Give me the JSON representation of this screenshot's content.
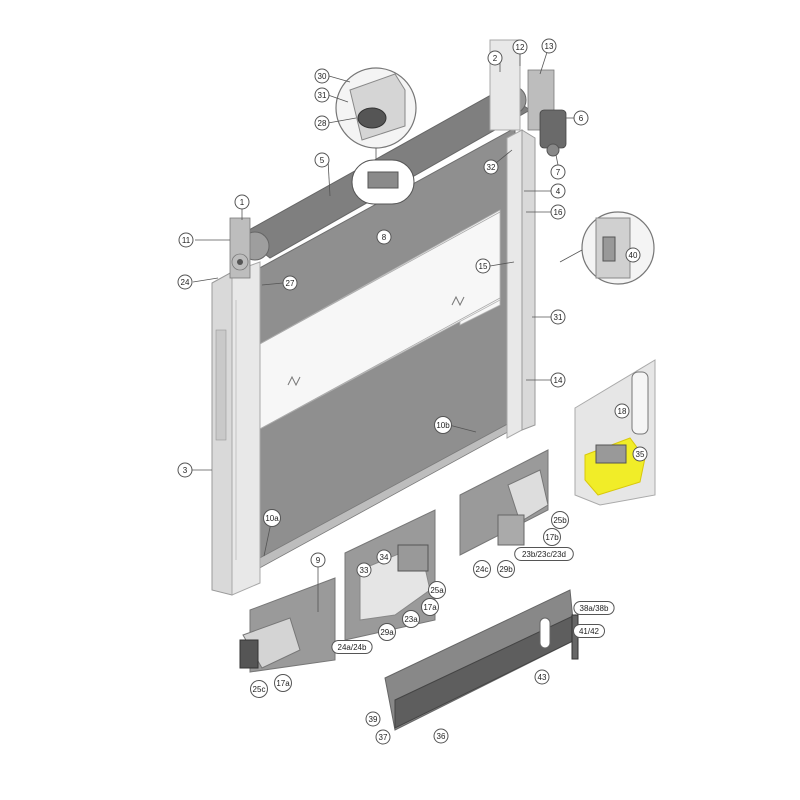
{
  "diagram": {
    "highlight_color": "#f2ee1e",
    "callouts": [
      {
        "id": "c30",
        "label": "30"
      },
      {
        "id": "c31top",
        "label": "31"
      },
      {
        "id": "c28",
        "label": "28"
      },
      {
        "id": "c5",
        "label": "5"
      },
      {
        "id": "c1",
        "label": "1"
      },
      {
        "id": "c11",
        "label": "11"
      },
      {
        "id": "c8",
        "label": "8"
      },
      {
        "id": "c24",
        "label": "24"
      },
      {
        "id": "c27",
        "label": "27"
      },
      {
        "id": "c2",
        "label": "2"
      },
      {
        "id": "c12",
        "label": "12"
      },
      {
        "id": "c13",
        "label": "13"
      },
      {
        "id": "c6",
        "label": "6"
      },
      {
        "id": "c7",
        "label": "7"
      },
      {
        "id": "c32",
        "label": "32"
      },
      {
        "id": "c4",
        "label": "4"
      },
      {
        "id": "c16",
        "label": "16"
      },
      {
        "id": "c15",
        "label": "15"
      },
      {
        "id": "c40",
        "label": "40"
      },
      {
        "id": "c31",
        "label": "31"
      },
      {
        "id": "c14",
        "label": "14"
      },
      {
        "id": "c18",
        "label": "18"
      },
      {
        "id": "c35",
        "label": "35"
      },
      {
        "id": "c10b",
        "label": "10b"
      },
      {
        "id": "c3",
        "label": "3"
      },
      {
        "id": "c10a",
        "label": "10a"
      },
      {
        "id": "c9",
        "label": "9"
      },
      {
        "id": "c25b",
        "label": "25b"
      },
      {
        "id": "c17b",
        "label": "17b"
      },
      {
        "id": "c23b",
        "label": "23b/23c/23d"
      },
      {
        "id": "c24c",
        "label": "24c"
      },
      {
        "id": "c29b",
        "label": "29b"
      },
      {
        "id": "c34",
        "label": "34"
      },
      {
        "id": "c33",
        "label": "33"
      },
      {
        "id": "c25a",
        "label": "25a"
      },
      {
        "id": "c17a_mid",
        "label": "17a"
      },
      {
        "id": "c23a",
        "label": "23a"
      },
      {
        "id": "c29a",
        "label": "29a"
      },
      {
        "id": "c24ab",
        "label": "24a/24b"
      },
      {
        "id": "c38",
        "label": "38a/38b"
      },
      {
        "id": "c4142",
        "label": "41/42"
      },
      {
        "id": "c43",
        "label": "43"
      },
      {
        "id": "c25c",
        "label": "25c"
      },
      {
        "id": "c17a",
        "label": "17a"
      },
      {
        "id": "c39",
        "label": "39"
      },
      {
        "id": "c37",
        "label": "37"
      },
      {
        "id": "c36",
        "label": "36"
      }
    ]
  }
}
